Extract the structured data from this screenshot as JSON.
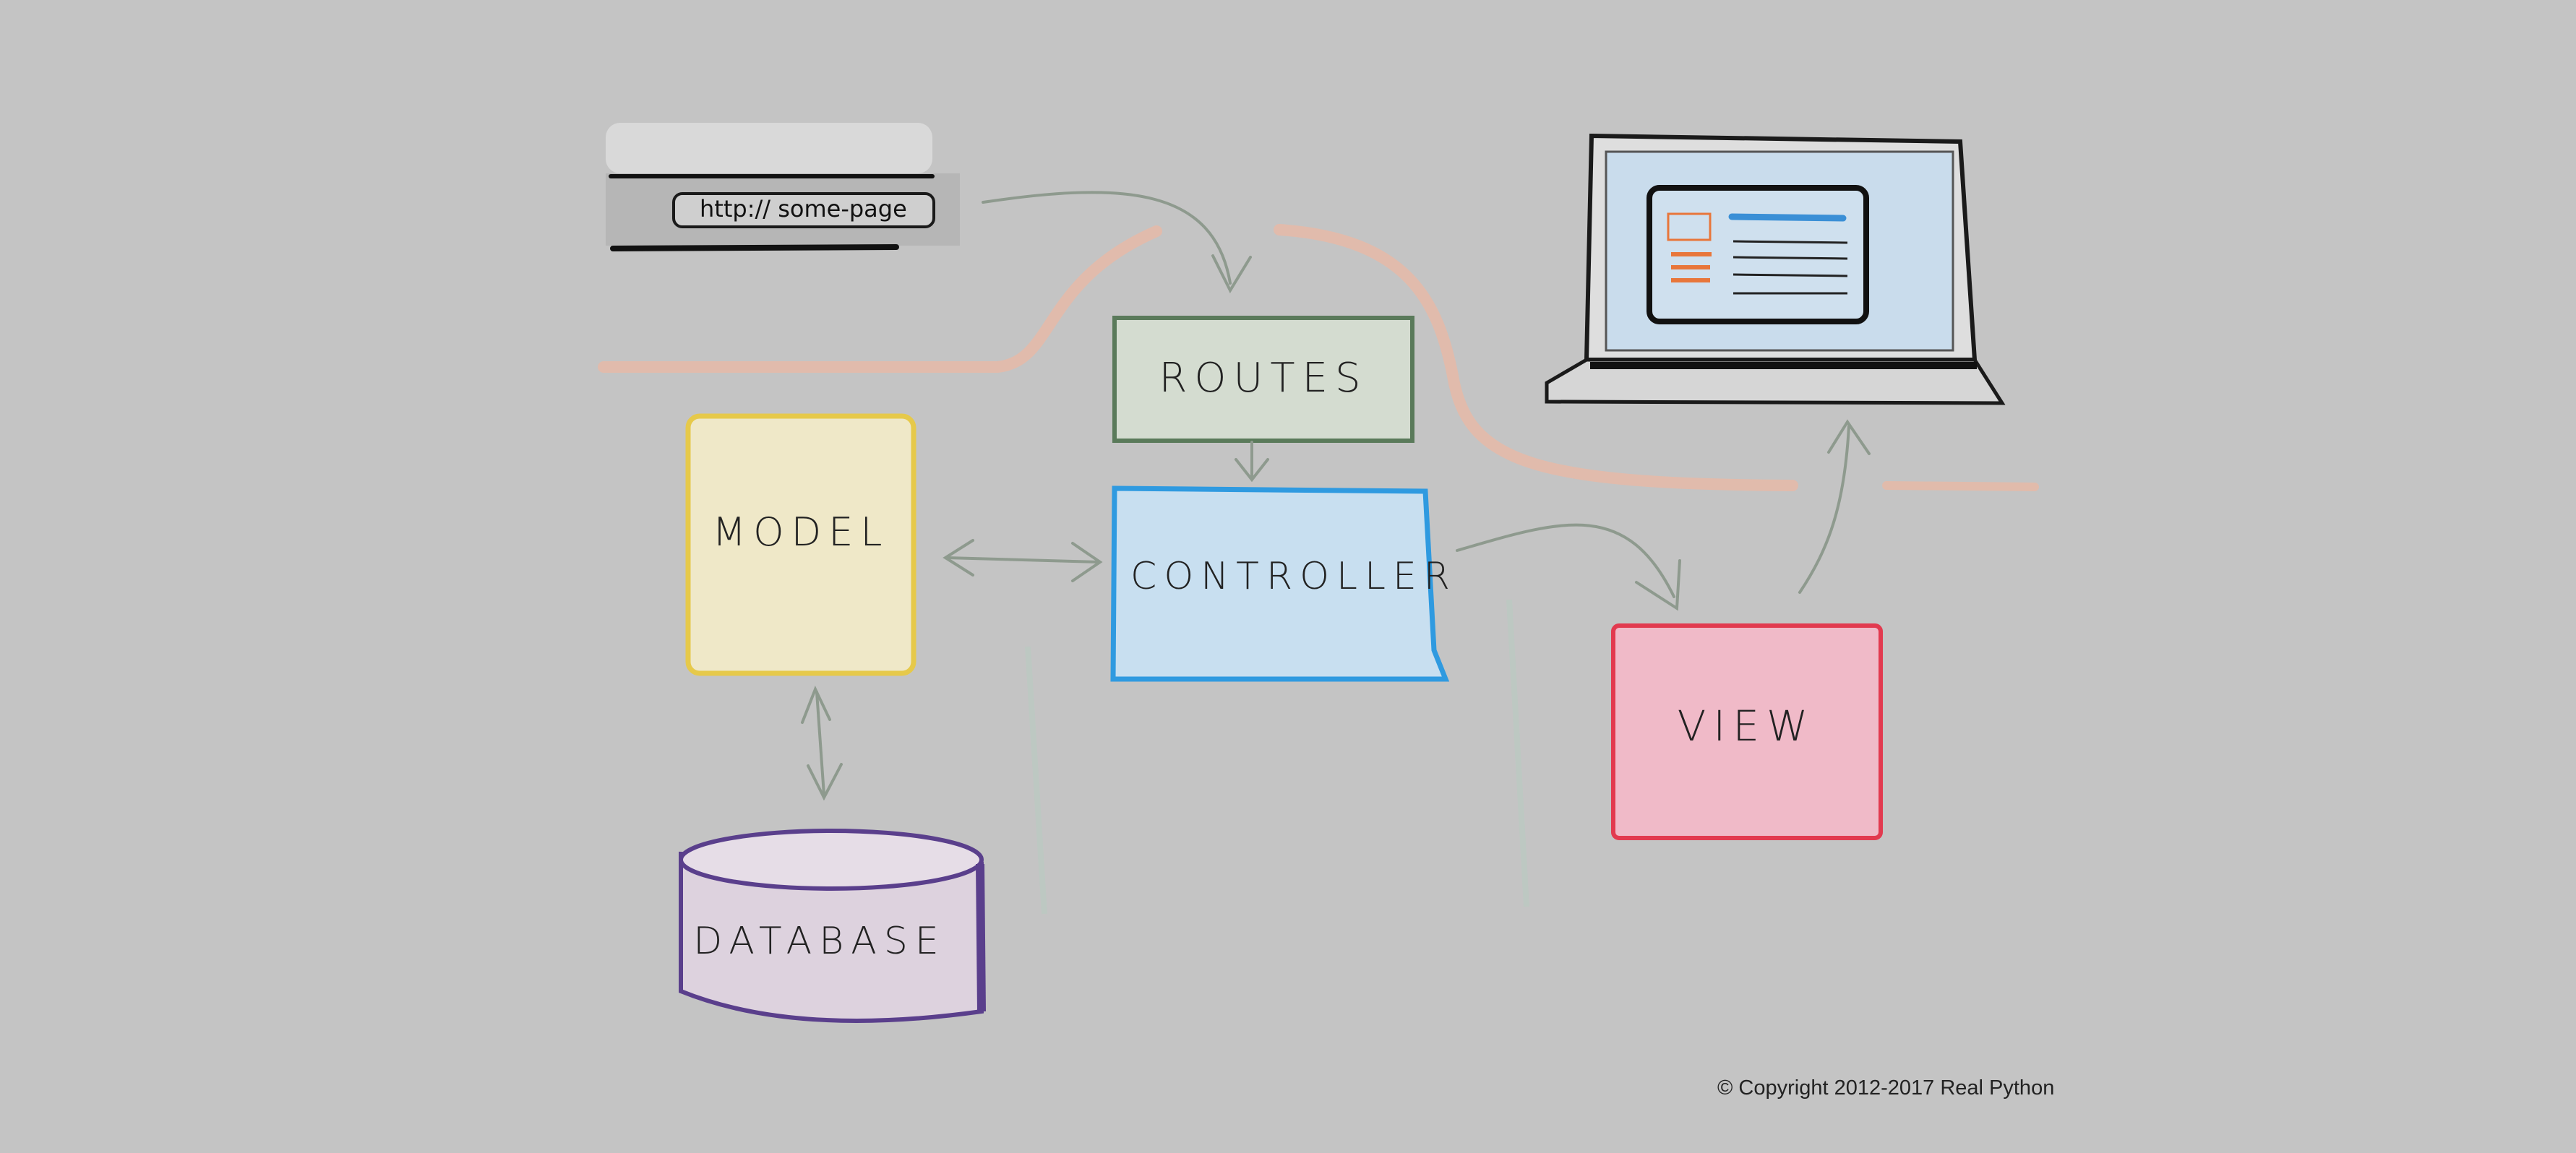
{
  "diagram": {
    "browser_bar": {
      "url": "http:// some-page"
    },
    "boxes": {
      "routes": {
        "label": "ROUTES",
        "fill": "#d4dcd0",
        "stroke": "#5a7a5a"
      },
      "model": {
        "label": "MODEL",
        "fill": "#efe8c8",
        "stroke": "#e6c94a"
      },
      "controller": {
        "label": "CONTROLLER",
        "fill": "#c8dff0",
        "stroke": "#2f9ae0"
      },
      "view": {
        "label": "VIEW",
        "fill": "#f0bac8",
        "stroke": "#e23a4f"
      },
      "database": {
        "label": "DATABASE",
        "fill": "#ddd2de",
        "stroke": "#5a3f8c"
      }
    },
    "laptop": {
      "screen_fill": "#c9dcec",
      "accent_orange": "#e8763a",
      "accent_blue": "#3a8fd6"
    },
    "arrow_color": "#8e9a8e",
    "swoosh_color": "#e9b9a6"
  },
  "copyright": "© Copyright 2012-2017 Real Python"
}
